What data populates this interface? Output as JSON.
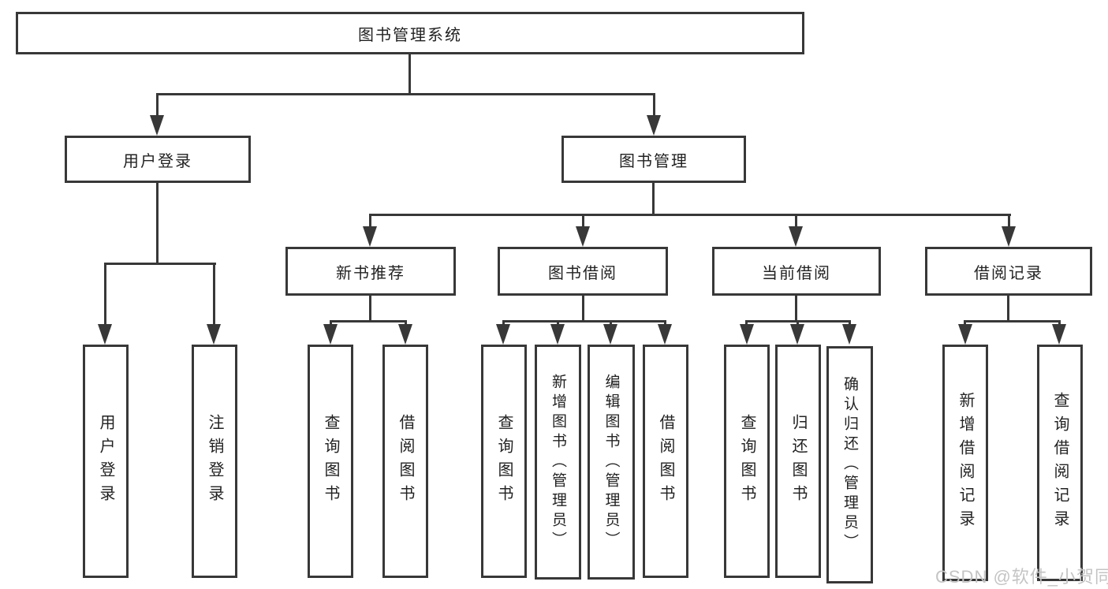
{
  "watermark": "CSDN @软件_小贺同学",
  "colors": {
    "line": "#383838",
    "text": "#222222",
    "watermark": "#c4c4c4",
    "background": "#ffffff"
  },
  "nodes": {
    "root": {
      "label": "图书管理系统"
    },
    "user_login": {
      "label": "用户登录",
      "children": [
        {
          "label": "用户登录"
        },
        {
          "label": "注销登录"
        }
      ]
    },
    "book_mgmt": {
      "label": "图书管理"
    },
    "new_book": {
      "label": "新书推荐",
      "children": [
        {
          "label": "查询图书"
        },
        {
          "label": "借阅图书"
        }
      ]
    },
    "borrow": {
      "label": "图书借阅",
      "children": [
        {
          "label": "查询图书"
        },
        {
          "label": "新增图书（管理员）"
        },
        {
          "label": "编辑图书（管理员）"
        },
        {
          "label": "借阅图书"
        }
      ]
    },
    "current": {
      "label": "当前借阅",
      "children": [
        {
          "label": "查询图书"
        },
        {
          "label": "归还图书"
        },
        {
          "label": "确认归还（管理员）"
        }
      ]
    },
    "records": {
      "label": "借阅记录",
      "children": [
        {
          "label": "新增借阅记录"
        },
        {
          "label": "查询借阅记录"
        }
      ]
    }
  }
}
